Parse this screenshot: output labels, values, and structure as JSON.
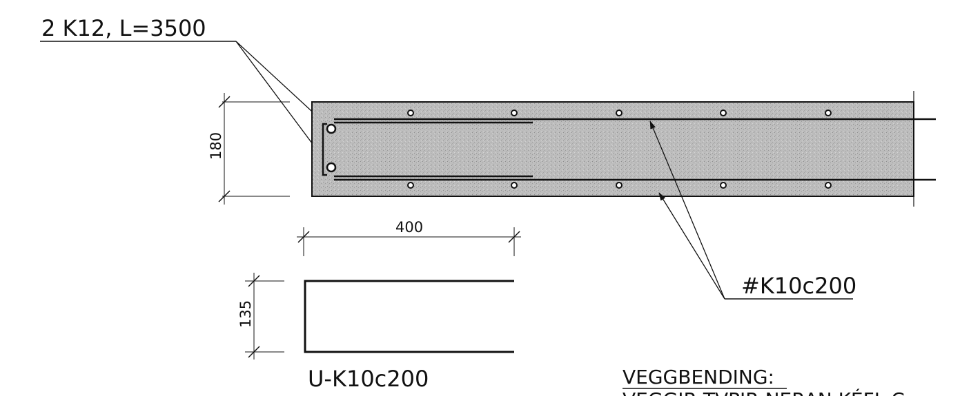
{
  "labels": {
    "top_bars": "2 K12, L=3500",
    "dim_height": "180",
    "dim_length": "400",
    "dim_u_height": "135",
    "mesh": "#K10c200",
    "u_bar": "U-K10c200",
    "section_title": "VEGGBENDING:",
    "section_line2": "VEGGIR TVPIR NERAN KÉFL C"
  },
  "colors": {
    "ink": "#111111",
    "concrete": "#b9b9b9"
  }
}
